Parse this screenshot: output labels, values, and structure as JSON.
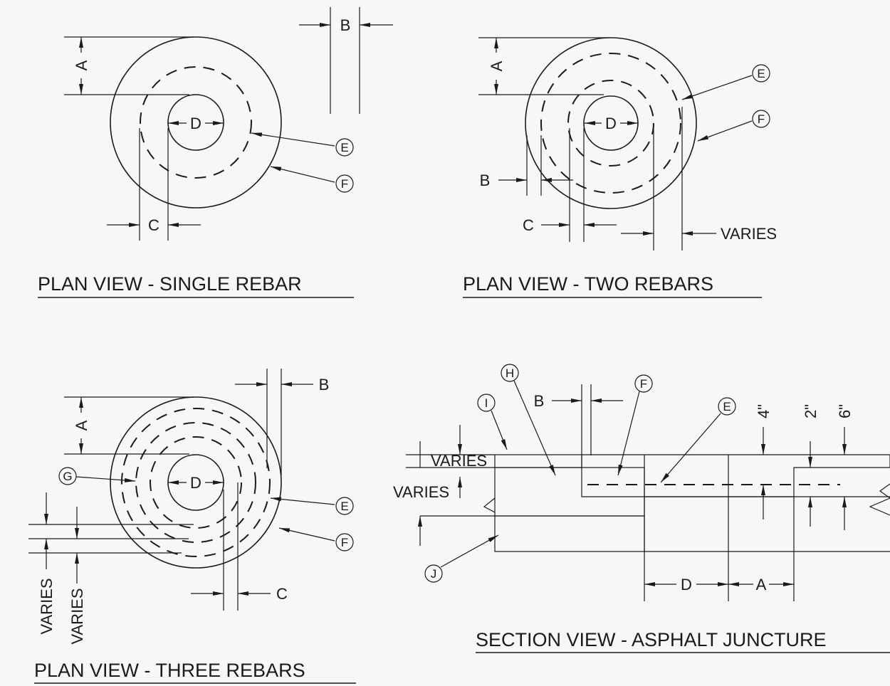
{
  "titles": {
    "single": "PLAN VIEW - SINGLE REBAR",
    "two": "PLAN VIEW - TWO REBARS",
    "three": "PLAN VIEW - THREE REBARS",
    "section": "SECTION VIEW - ASPHALT JUNCTURE"
  },
  "dims": {
    "a": "A",
    "b": "B",
    "c": "C",
    "d": "D",
    "varies": "VARIES",
    "four_in": "4\"",
    "two_in": "2\"",
    "six_in": "6\""
  },
  "callouts": {
    "e": "E",
    "f": "F",
    "g": "G",
    "h": "H",
    "i": "I",
    "j": "J"
  },
  "colors": {
    "ink": "#1a1a1a",
    "paper": "#f7f7f7"
  }
}
